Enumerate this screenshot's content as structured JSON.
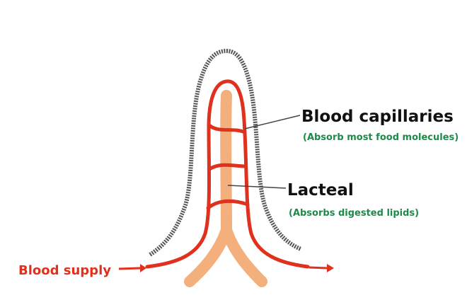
{
  "labels": {
    "capillaries": "Blood capillaries",
    "capillaries_note": "(Absorb most food molecules)",
    "lacteal": "Lacteal",
    "lacteal_note": "(Absorbs digested lipids)",
    "blood_supply": "Blood supply"
  },
  "colors": {
    "blood": "#e0301e",
    "lacteal": "#f4b07c",
    "note": "#1e8a4a",
    "outline": "#555555",
    "label": "#111111"
  }
}
